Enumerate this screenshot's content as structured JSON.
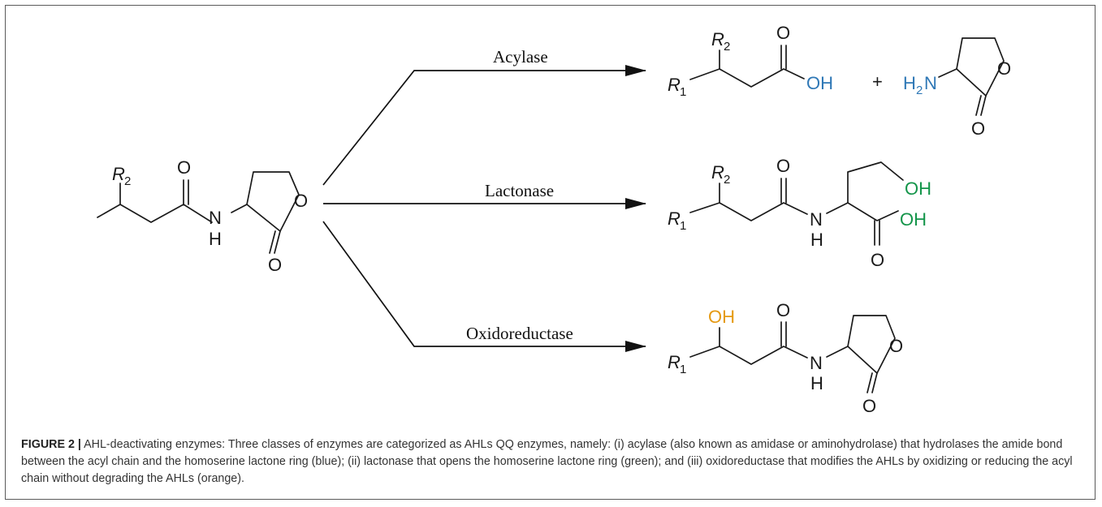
{
  "figure": {
    "label": "FIGURE 2 |",
    "caption": " AHL-deactivating enzymes: Three classes of enzymes are categorized as AHLs QQ enzymes, namely: (i) acylase (also known as amidase or aminohydrolase) that hydrolases the amide bond between the acyl chain and the homoserine lactone ring (blue); (ii) lactonase that opens the homoserine lactone ring (green); and (iii) oxidoreductase that modifies the AHLs by oxidizing or reducing the acyl chain without degrading the AHLs (orange)."
  },
  "enzymes": {
    "acylase": "Acylase",
    "lactonase": "Lactonase",
    "oxidoreductase": "Oxidoreductase"
  },
  "atoms": {
    "R": "R",
    "sub1": "1",
    "sub2": "2",
    "O": "O",
    "N": "N",
    "H": "H",
    "OH": "OH",
    "plus": "+",
    "H2N_H": "H",
    "H2N_N": "N"
  },
  "colors": {
    "acylase_products": "#2f78b6",
    "lactonase_products": "#14954a",
    "oxidoreductase_products": "#e59a13"
  }
}
